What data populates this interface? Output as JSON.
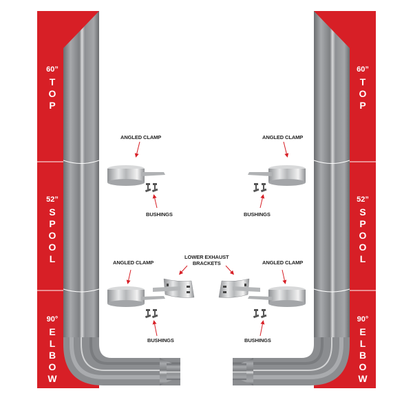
{
  "colors": {
    "accent_red": "#d71f26",
    "pipe_chrome": "#8a8c8f",
    "arrow_red": "#d71f26",
    "label_text": "#222222"
  },
  "left_bar": {
    "sections": [
      {
        "size": "60”",
        "name": "TOP",
        "letters": [
          "T",
          "O",
          "P"
        ]
      },
      {
        "size": "52”",
        "name": "SPOOL",
        "letters": [
          "S",
          "P",
          "O",
          "O",
          "L"
        ]
      },
      {
        "size": "90°",
        "name": "ELBOW",
        "letters": [
          "E",
          "L",
          "B",
          "O",
          "W"
        ]
      }
    ]
  },
  "right_bar": {
    "sections": [
      {
        "size": "60”",
        "name": "TOP",
        "letters": [
          "T",
          "O",
          "P"
        ]
      },
      {
        "size": "52”",
        "name": "SPOOL",
        "letters": [
          "S",
          "P",
          "O",
          "O",
          "L"
        ]
      },
      {
        "size": "90°",
        "name": "ELBOW",
        "letters": [
          "E",
          "L",
          "B",
          "O",
          "W"
        ]
      }
    ]
  },
  "callouts": {
    "upper_left_clamp": "ANGLED CLAMP",
    "upper_left_bushings": "BUSHINGS",
    "upper_right_clamp": "ANGLED CLAMP",
    "upper_right_bushings": "BUSHINGS",
    "lower_left_clamp": "ANGLED CLAMP",
    "lower_left_bushings": "BUSHINGS",
    "lower_right_clamp": "ANGLED CLAMP",
    "lower_right_bushings": "BUSHINGS",
    "brackets_line1": "LOWER EXHAUST",
    "brackets_line2": "BRACKETS"
  }
}
